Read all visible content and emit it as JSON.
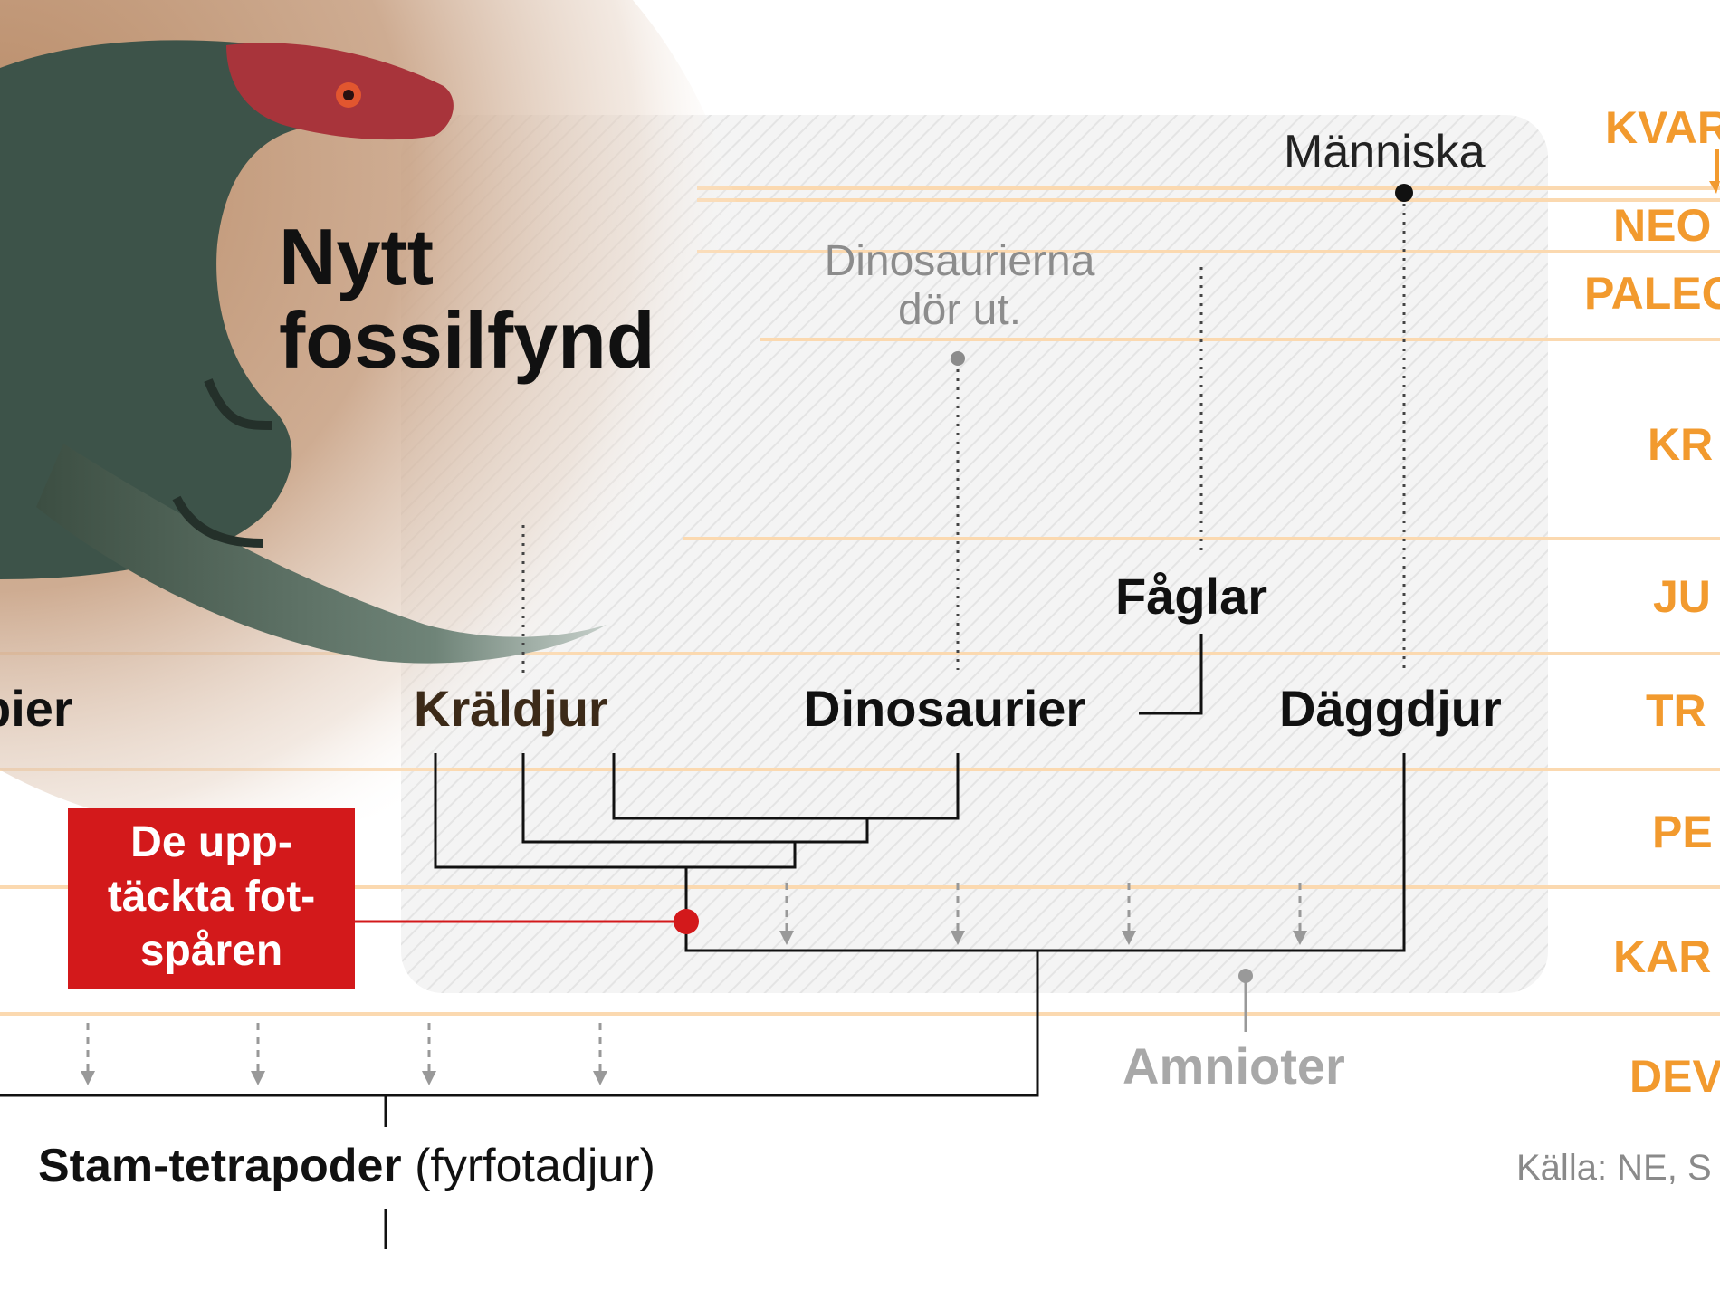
{
  "title": {
    "line1": "Nytt",
    "line2": "fossilfynd"
  },
  "taxa": {
    "left_cut": "bier",
    "reptiles": "Kräldjur",
    "dinosaurs": "Dinosaurier",
    "mammals": "Däggdjur",
    "birds": "Fåglar",
    "human": "Människa",
    "extinct_line1": "Dinosaurierna",
    "extinct_line2": "dör ut.",
    "amniotes": "Amnioter"
  },
  "stem": {
    "bold": "Stam-tetrapoder",
    "rest": "(fyrfotadjur)"
  },
  "callout": {
    "line1": "De upp-",
    "line2": "täckta fot-",
    "line3": "spåren"
  },
  "periods": [
    "KVAR",
    "NEO",
    "PALEO",
    "KR",
    "JU",
    "TR",
    "PE",
    "KAR",
    "DEV"
  ],
  "source": "Källa: NE, S",
  "colors": {
    "accent_orange": "#f29a2e",
    "period_line": "#fbd9b0",
    "callout_red": "#d3191b",
    "panel_gray": "#f3f3f3",
    "tree_line": "#111111"
  },
  "icons": {
    "illustration": "lizard-illustration"
  }
}
